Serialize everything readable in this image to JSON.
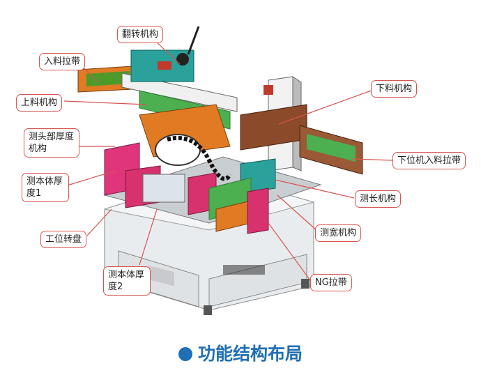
{
  "labels": {
    "flip_mechanism": "翻转机构",
    "feed_belt": "入料拉带",
    "loading_mechanism": "上料机构",
    "head_thickness": "测头部厚度机构",
    "body_thickness_1": "测本体厚度1",
    "turntable": "工位转盘",
    "body_thickness_2": "测本体厚度2",
    "unloading_mechanism": "下料机构",
    "downstream_feed_belt": "下位机入料拉带",
    "length_mechanism": "测长机构",
    "width_mechanism": "测宽机构",
    "ng_belt": "NG拉带"
  },
  "footer": {
    "title": "功能结构布局"
  },
  "colors": {
    "callout_border": "#d9534f",
    "title_blue": "#1f6fb5"
  }
}
